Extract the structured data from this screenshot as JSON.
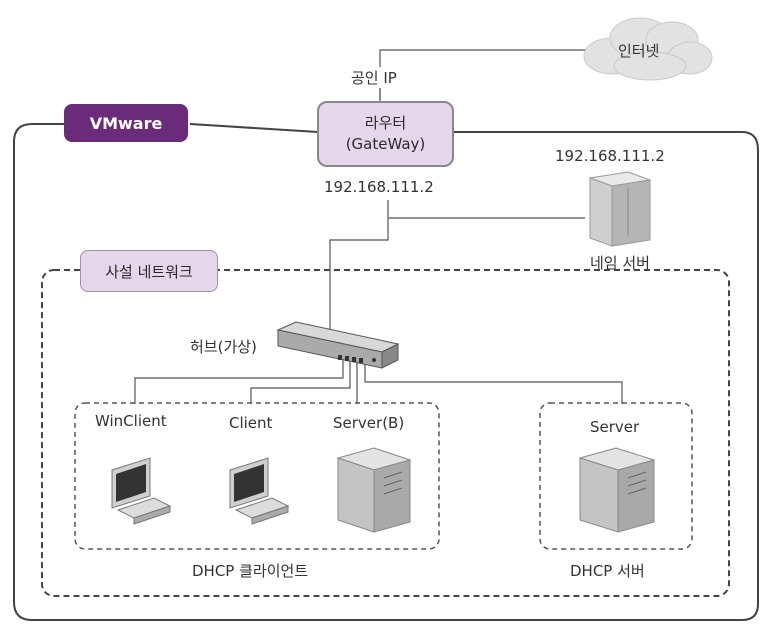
{
  "cloud": {
    "label": "인터넷"
  },
  "public_ip": "공인 IP",
  "vmware": {
    "label": "VMware"
  },
  "router": {
    "line1": "라우터",
    "line2": "(GateWay)",
    "ip": "192.168.111.2"
  },
  "name_server": {
    "ip": "192.168.111.2",
    "label": "네임 서버"
  },
  "private_network": {
    "label": "사설 네트워크"
  },
  "hub": {
    "label": "허브(가상)"
  },
  "dhcp_clients": {
    "label": "DHCP 클라이언트",
    "items": [
      {
        "label": "WinClient",
        "icon": "monitor-icon"
      },
      {
        "label": "Client",
        "icon": "monitor-icon"
      },
      {
        "label": "Server(B)",
        "icon": "server-tower-icon"
      }
    ]
  },
  "dhcp_server": {
    "label": "DHCP 서버",
    "item": {
      "label": "Server",
      "icon": "server-tower-icon"
    }
  },
  "colors": {
    "vmware": "#6a2b7a",
    "pale_purple": "#e6d6ec",
    "cloud": "#e3e3e3"
  }
}
